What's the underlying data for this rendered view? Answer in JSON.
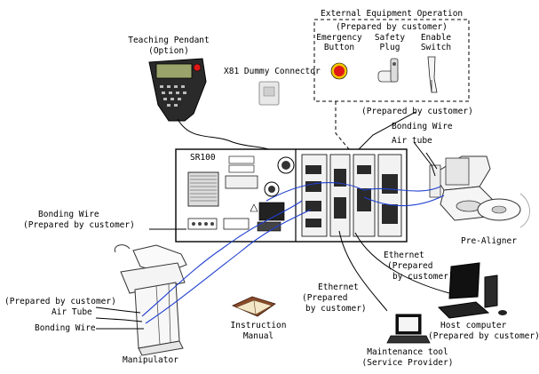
{
  "labels": {
    "teaching_pendant": "Teaching Pendant",
    "teaching_pendant_option": "(Option)",
    "x81_dummy": "X81 Dummy Connector",
    "ext_title": "External Equipment Operation",
    "ext_prepared": "(Prepared by customer)",
    "emergency_1": "Emergency",
    "emergency_2": "Button",
    "safety_1": "Safety",
    "safety_2": "Plug",
    "enable_1": "Enable",
    "enable_2": "Switch",
    "prepared_mid": "(Prepared by customer)",
    "bonding_wire_right": "Bonding Wire",
    "air_tube_right": "Air tube",
    "controller_name": "SR100",
    "bonding_wire_left": "Bonding Wire",
    "bonding_left_prepared": "(Prepared by customer)",
    "pre_aligner": "Pre-Aligner",
    "eth1_title": "Ethernet",
    "eth1_p1": "(Prepared",
    "eth1_p2": "by customer)",
    "eth2_title": "Ethernet",
    "eth2_p1": "(Prepared",
    "eth2_p2": "by customer)",
    "manip_prepared": "(Prepared by customer)",
    "manip_air": "Air Tube",
    "manip_bond": "Bonding Wire",
    "instruction_1": "Instruction",
    "instruction_2": "Manual",
    "host_1": "Host computer",
    "host_2": "(Prepared by customer)",
    "maint_1": "Maintenance tool",
    "maint_2": "(Service Provider)",
    "manipulator": "Manipulator"
  },
  "colors": {
    "cable_blue": "#1f3fd0",
    "line_black": "#000000",
    "pendant_screen": "#9aa36a",
    "emergency_red": "#e01818",
    "emergency_ring": "#f2c500"
  }
}
